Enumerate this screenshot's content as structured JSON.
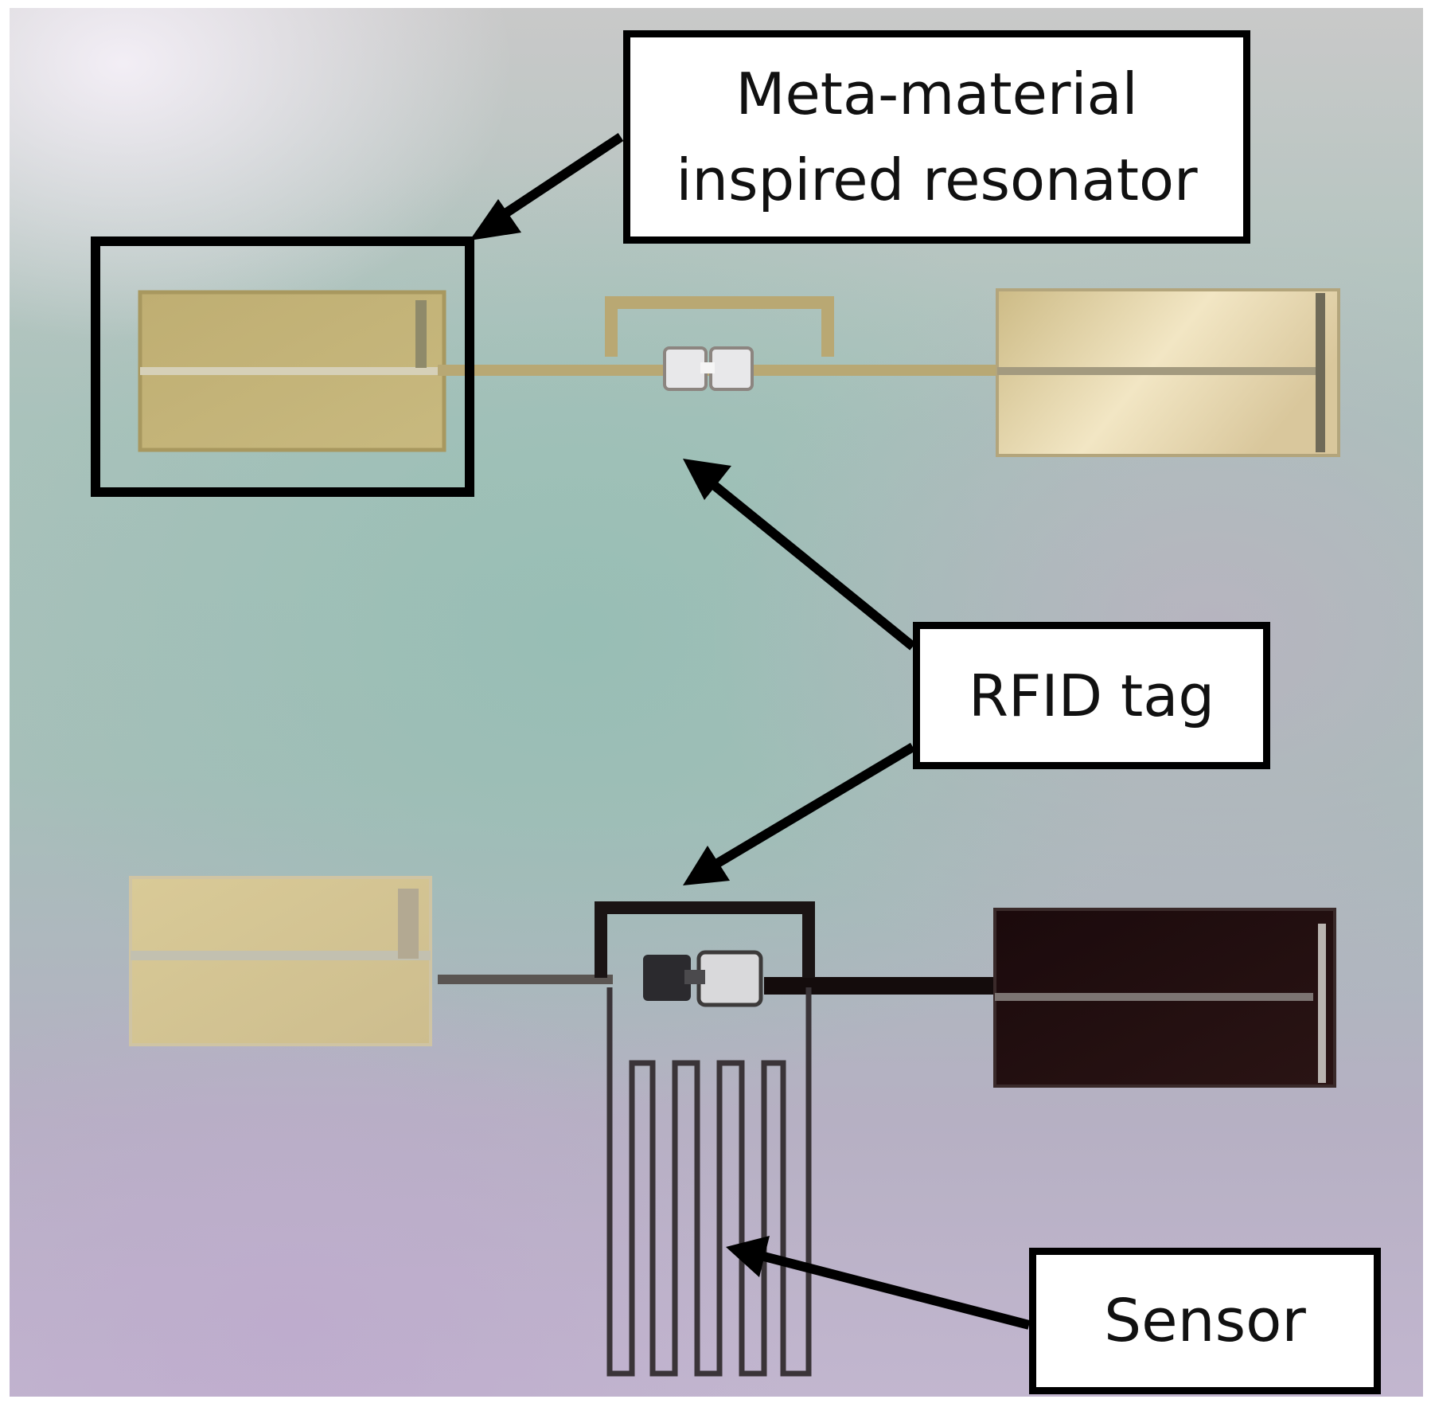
{
  "labels": {
    "resonator": "Meta-material inspired resonator",
    "rfid": "RFID tag",
    "sensor": "Sensor"
  },
  "colors": {
    "outline": "#000000",
    "label_background": "#ffffff",
    "gold_pad": "#c9b779",
    "dark_pad": "#1c0d0d"
  }
}
